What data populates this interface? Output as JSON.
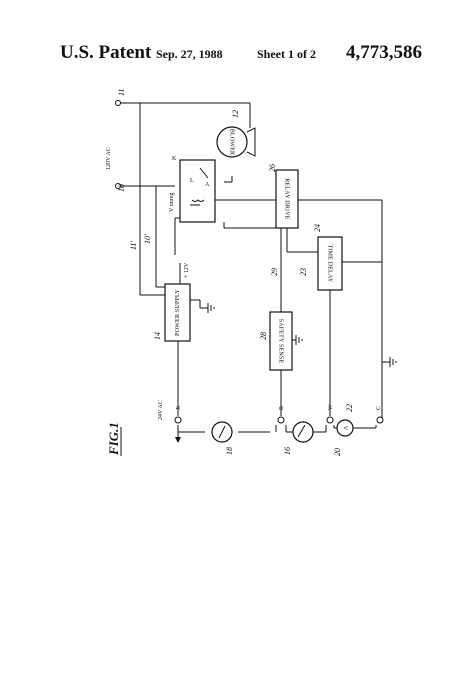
{
  "header": {
    "title": "U.S. Patent",
    "date": "Sep. 27, 1988",
    "sheet": "Sheet 1 of 2",
    "patent_number": "4,773,586"
  },
  "figure": {
    "fig_label": "FIG.1",
    "boxes": {
      "power_supply": "POWER SUPPLY",
      "safety_sense": "SAFETY SENSE",
      "relay_drive": "RELAY DRIVE",
      "time_delay": "TIME DELAY",
      "blower": "BLOWER"
    },
    "terminals": {
      "x": "X",
      "r": "R",
      "w": "W",
      "c": "C",
      "v24": "24V AC",
      "v120": "120V AC",
      "plus12": "+ 12V",
      "vunreg": "V unreg",
      "relay_k": "K",
      "relay_a": "A",
      "relay_l": "L"
    },
    "refs": {
      "r11": "11",
      "r10": "10",
      "r10a": "10'",
      "r11a": "11'",
      "r12": "12",
      "r14": "14",
      "r16": "16",
      "r18": "18",
      "r20": "20",
      "r22": "22",
      "r23": "23",
      "r24": "24",
      "r26": "26",
      "r28": "28",
      "r29": "29"
    }
  }
}
